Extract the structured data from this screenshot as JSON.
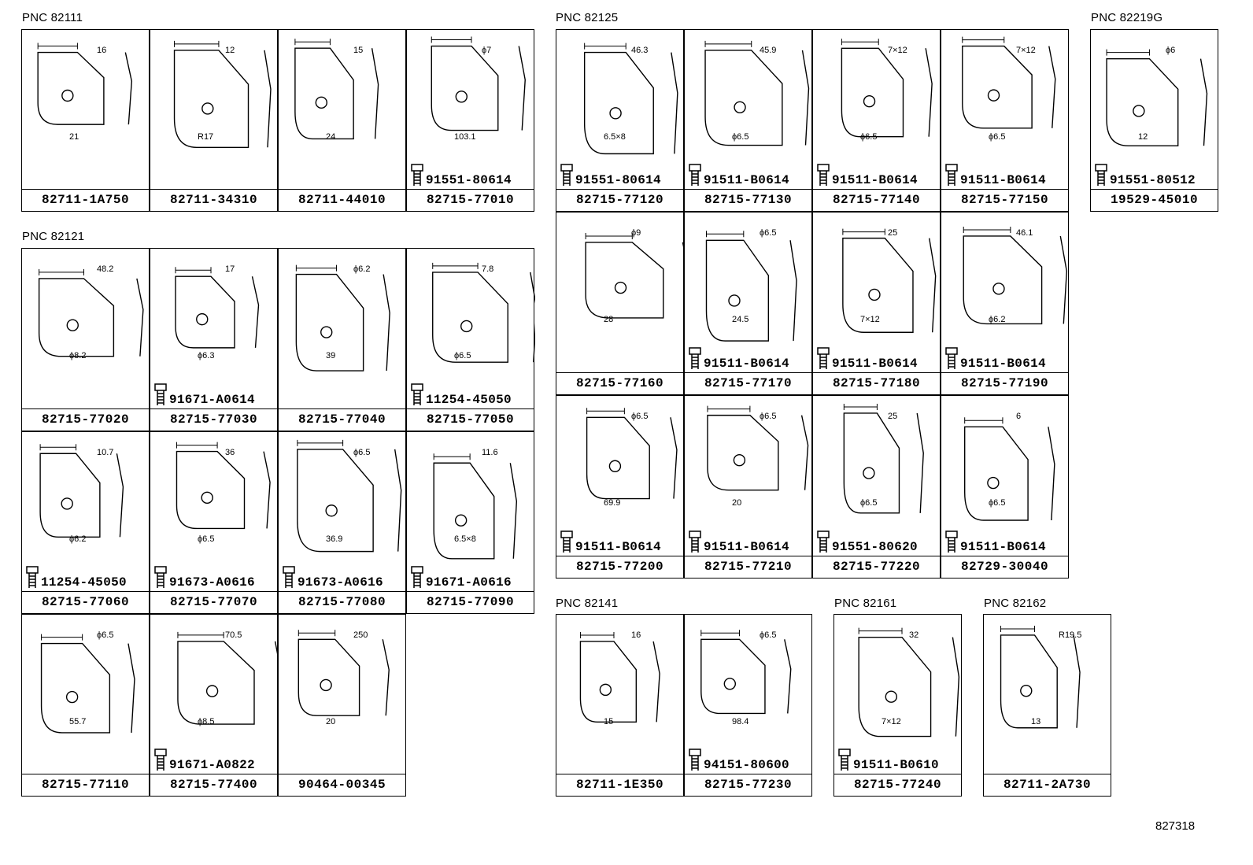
{
  "groups": [
    {
      "pnc": "PNC 82111",
      "cells": [
        {
          "pn": "82711-1A750",
          "bolt": "",
          "dims": [
            "16",
            "21"
          ]
        },
        {
          "pn": "82711-34310",
          "bolt": "",
          "dims": [
            "12",
            "R17"
          ]
        },
        {
          "pn": "82711-44010",
          "bolt": "",
          "dims": [
            "15",
            "24"
          ]
        },
        {
          "pn": "82715-77010",
          "bolt": "91551-80614",
          "dims": [
            "ϕ7",
            "103.1"
          ]
        }
      ]
    },
    {
      "pnc": "PNC 82121",
      "cells": [
        {
          "pn": "82715-77020",
          "bolt": "",
          "dims": [
            "48.2",
            "ϕ8.2"
          ]
        },
        {
          "pn": "82715-77030",
          "bolt": "91671-A0614",
          "dims": [
            "17",
            "ϕ6.3"
          ]
        },
        {
          "pn": "82715-77040",
          "bolt": "",
          "dims": [
            "ϕ6.2",
            "39"
          ]
        },
        {
          "pn": "82715-77050",
          "bolt": "11254-45050",
          "dims": [
            "7.8",
            "ϕ6.5"
          ]
        },
        {
          "pn": "82715-77060",
          "bolt": "11254-45050",
          "dims": [
            "10.7",
            "ϕ6.2"
          ]
        },
        {
          "pn": "82715-77070",
          "bolt": "91673-A0616",
          "dims": [
            "36",
            "ϕ6.5"
          ]
        },
        {
          "pn": "82715-77080",
          "bolt": "91673-A0616",
          "dims": [
            "ϕ6.5",
            "36.9"
          ]
        },
        {
          "pn": "82715-77090",
          "bolt": "91671-A0616",
          "dims": [
            "11.6",
            "6.5×8"
          ]
        },
        {
          "pn": "82715-77110",
          "bolt": "",
          "dims": [
            "ϕ6.5",
            "55.7"
          ]
        },
        {
          "pn": "82715-77400",
          "bolt": "91671-A0822",
          "dims": [
            "70.5",
            "ϕ8.5"
          ]
        },
        {
          "pn": "90464-00345",
          "bolt": "",
          "dims": [
            "250",
            "20"
          ]
        }
      ]
    },
    {
      "pnc": "PNC 82125",
      "cells": [
        {
          "pn": "82715-77120",
          "bolt": "91551-80614",
          "dims": [
            "46.3",
            "6.5×8"
          ]
        },
        {
          "pn": "82715-77130",
          "bolt": "91511-B0614",
          "dims": [
            "45.9",
            "ϕ6.5"
          ]
        },
        {
          "pn": "82715-77140",
          "bolt": "91511-B0614",
          "dims": [
            "7×12",
            "ϕ6.5"
          ]
        },
        {
          "pn": "82715-77150",
          "bolt": "91511-B0614",
          "dims": [
            "7×12",
            "ϕ6.5"
          ]
        },
        {
          "pn": "82715-77160",
          "bolt": "",
          "dims": [
            "ϕ9",
            "28"
          ]
        },
        {
          "pn": "82715-77170",
          "bolt": "91511-B0614",
          "dims": [
            "ϕ6.5",
            "24.5"
          ]
        },
        {
          "pn": "82715-77180",
          "bolt": "91511-B0614",
          "dims": [
            "25",
            "7×12"
          ]
        },
        {
          "pn": "82715-77190",
          "bolt": "91511-B0614",
          "dims": [
            "46.1",
            "ϕ6.2"
          ]
        },
        {
          "pn": "82715-77200",
          "bolt": "91511-B0614",
          "dims": [
            "ϕ6.5",
            "69.9"
          ]
        },
        {
          "pn": "82715-77210",
          "bolt": "91511-B0614",
          "dims": [
            "ϕ6.5",
            "20"
          ]
        },
        {
          "pn": "82715-77220",
          "bolt": "91551-80620",
          "dims": [
            "25",
            "ϕ6.5"
          ]
        },
        {
          "pn": "82729-30040",
          "bolt": "91511-B0614",
          "dims": [
            "6",
            "ϕ6.5"
          ]
        }
      ]
    },
    {
      "pnc": "PNC 82219G",
      "cells": [
        {
          "pn": "19529-45010",
          "bolt": "91551-80512",
          "dims": [
            "ϕ6",
            "12"
          ]
        }
      ]
    },
    {
      "pnc": "PNC 82141",
      "cells": [
        {
          "pn": "82711-1E350",
          "bolt": "",
          "dims": [
            "16",
            "15"
          ]
        },
        {
          "pn": "82715-77230",
          "bolt": "94151-80600",
          "dims": [
            "ϕ6.5",
            "98.4"
          ]
        }
      ]
    },
    {
      "pnc": "PNC 82161",
      "cells": [
        {
          "pn": "82715-77240",
          "bolt": "91511-B0610",
          "dims": [
            "32",
            "7×12"
          ]
        }
      ]
    },
    {
      "pnc": "PNC 82162",
      "cells": [
        {
          "pn": "82711-2A730",
          "bolt": "",
          "dims": [
            "R19.5",
            "13"
          ]
        }
      ]
    }
  ],
  "reference": "827318"
}
